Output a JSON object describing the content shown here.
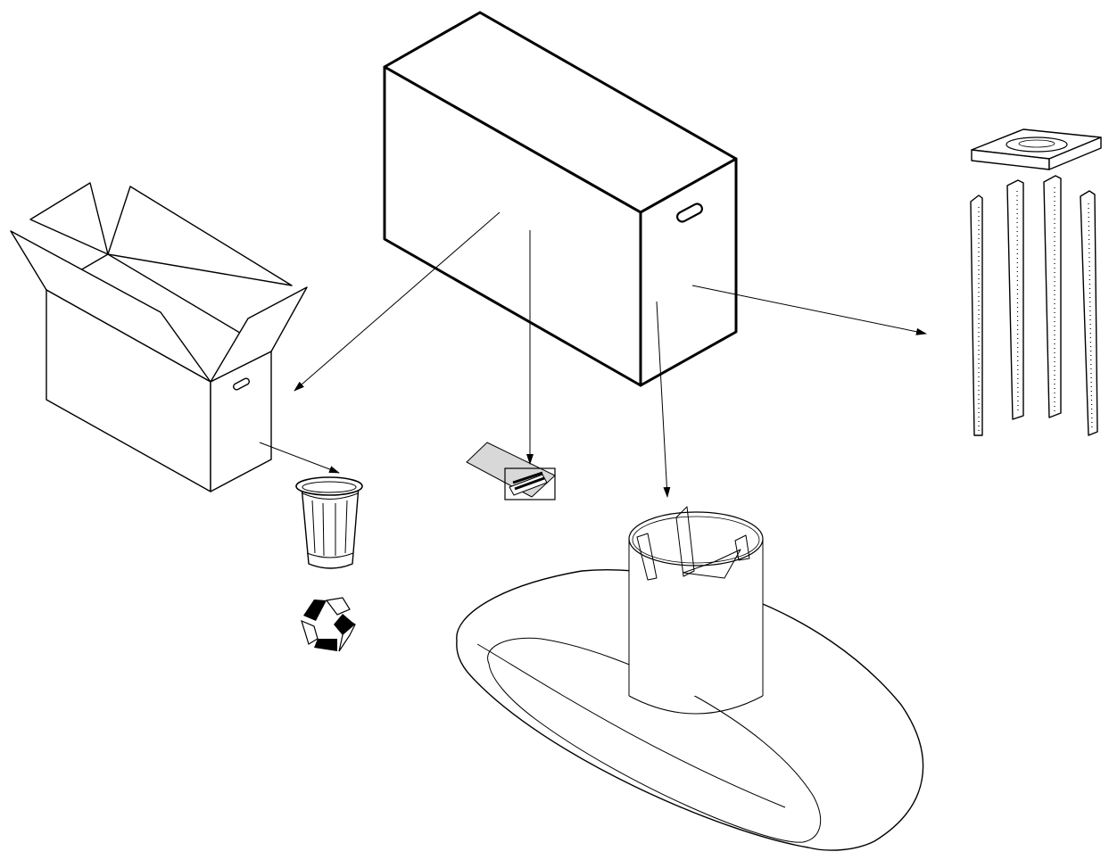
{
  "diagram": {
    "type": "unpacking-illustration",
    "items": [
      {
        "id": "shipping-carton",
        "icon": "closed-carton"
      },
      {
        "id": "empty-carton",
        "icon": "open-carton"
      },
      {
        "id": "documents",
        "icon": "document-envelope"
      },
      {
        "id": "trash-bin",
        "icon": "trash-can-icon"
      },
      {
        "id": "recycle",
        "icon": "recycle-icon"
      },
      {
        "id": "column-kit",
        "icon": "frame-and-posts"
      },
      {
        "id": "base",
        "icon": "oval-base-with-column"
      }
    ],
    "connections": [
      {
        "from": "shipping-carton",
        "to": "empty-carton"
      },
      {
        "from": "shipping-carton",
        "to": "documents"
      },
      {
        "from": "shipping-carton",
        "to": "base"
      },
      {
        "from": "shipping-carton",
        "to": "column-kit"
      },
      {
        "from": "empty-carton",
        "to": "trash-bin"
      }
    ]
  }
}
